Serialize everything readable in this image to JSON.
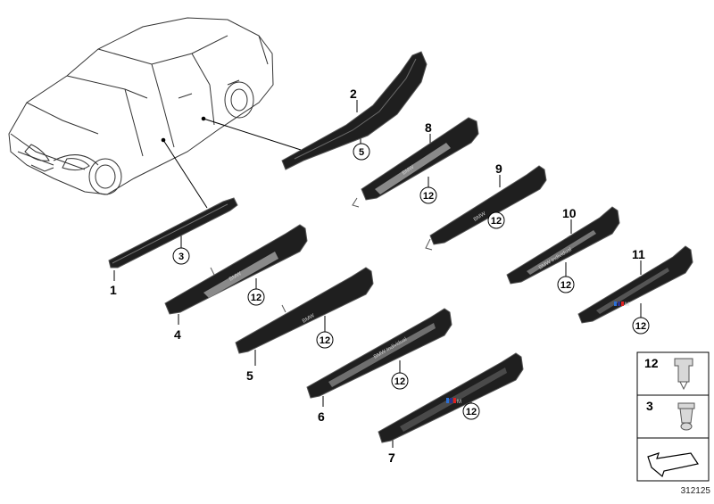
{
  "diagram_number": "312125",
  "callouts": {
    "c1": "1",
    "c2": "2",
    "c3": "3",
    "c4": "4",
    "c5": "5",
    "c6": "6",
    "c7": "7",
    "c8": "8",
    "c9": "9",
    "c10": "10",
    "c11": "11"
  },
  "circled": {
    "r5": "5",
    "r3": "3",
    "r12": "12"
  },
  "badges": {
    "bmw": "BMW",
    "individual": "BMW Individual",
    "m": "M"
  },
  "legend": {
    "item1": "12",
    "item2": "3"
  },
  "colors": {
    "part_fill": "#1f1f1f",
    "part_edge": "#5a5a5a",
    "insert": "#8a8a8a",
    "m_blue": "#2a6fd6",
    "m_darkblue": "#2b2f8a",
    "m_red": "#e02020"
  }
}
